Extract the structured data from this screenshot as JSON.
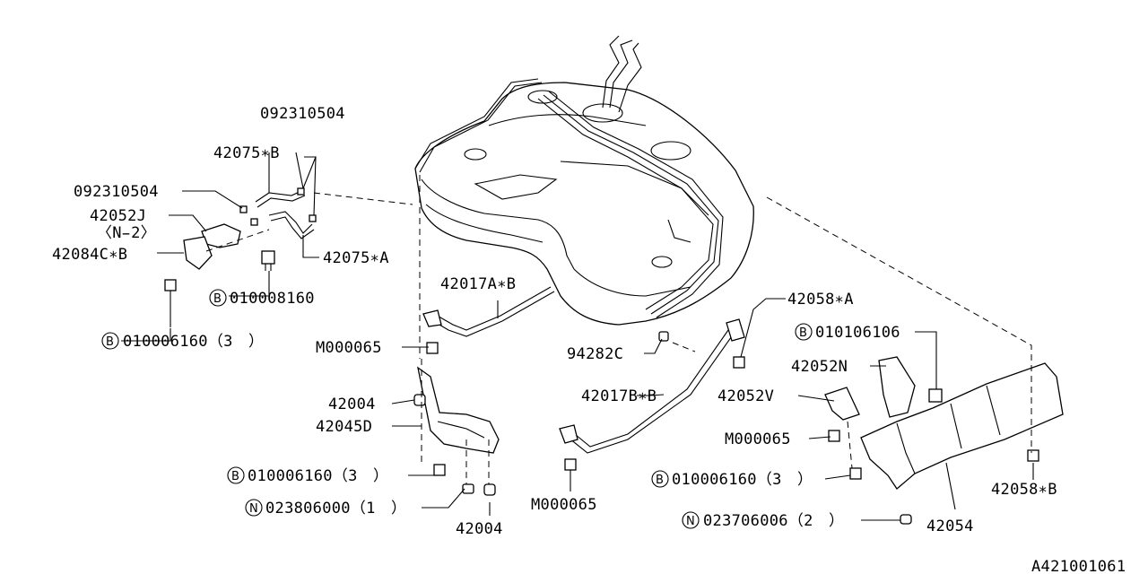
{
  "diagram_code": "A421001061",
  "callouts": {
    "p092310504_top": "092310504",
    "p42075B": "42075∗B",
    "p092310504_left": "092310504",
    "p42052J": "42052J",
    "pNo2": "〈N̵2〉",
    "p42084CB": "42084C∗B",
    "p42075A": "42075∗A",
    "p010008160": "010008160",
    "p010006160_left": "010006160（3　）",
    "p42017AB": "42017A∗B",
    "pM000065_left": "M000065",
    "p42004_upper": "42004",
    "p42045D": "42045D",
    "p010006160_mid": "010006160（3　）",
    "p023806000": "023806000（1　）",
    "p42004_lower": "42004",
    "p94282C": "94282C",
    "p42017BB": "42017B∗B",
    "pM000065_mid": "M000065",
    "p42058A": "42058∗A",
    "p010106106": "010106106",
    "p42052N": "42052N",
    "p42052V": "42052V",
    "pM000065_right": "M000065",
    "p010006160_right": "010006160（3　）",
    "p023706006": "023706006（2　）",
    "p42054": "42054",
    "p42058B": "42058∗B"
  },
  "prefix_letters": {
    "bolt": "B",
    "nut": "N"
  }
}
